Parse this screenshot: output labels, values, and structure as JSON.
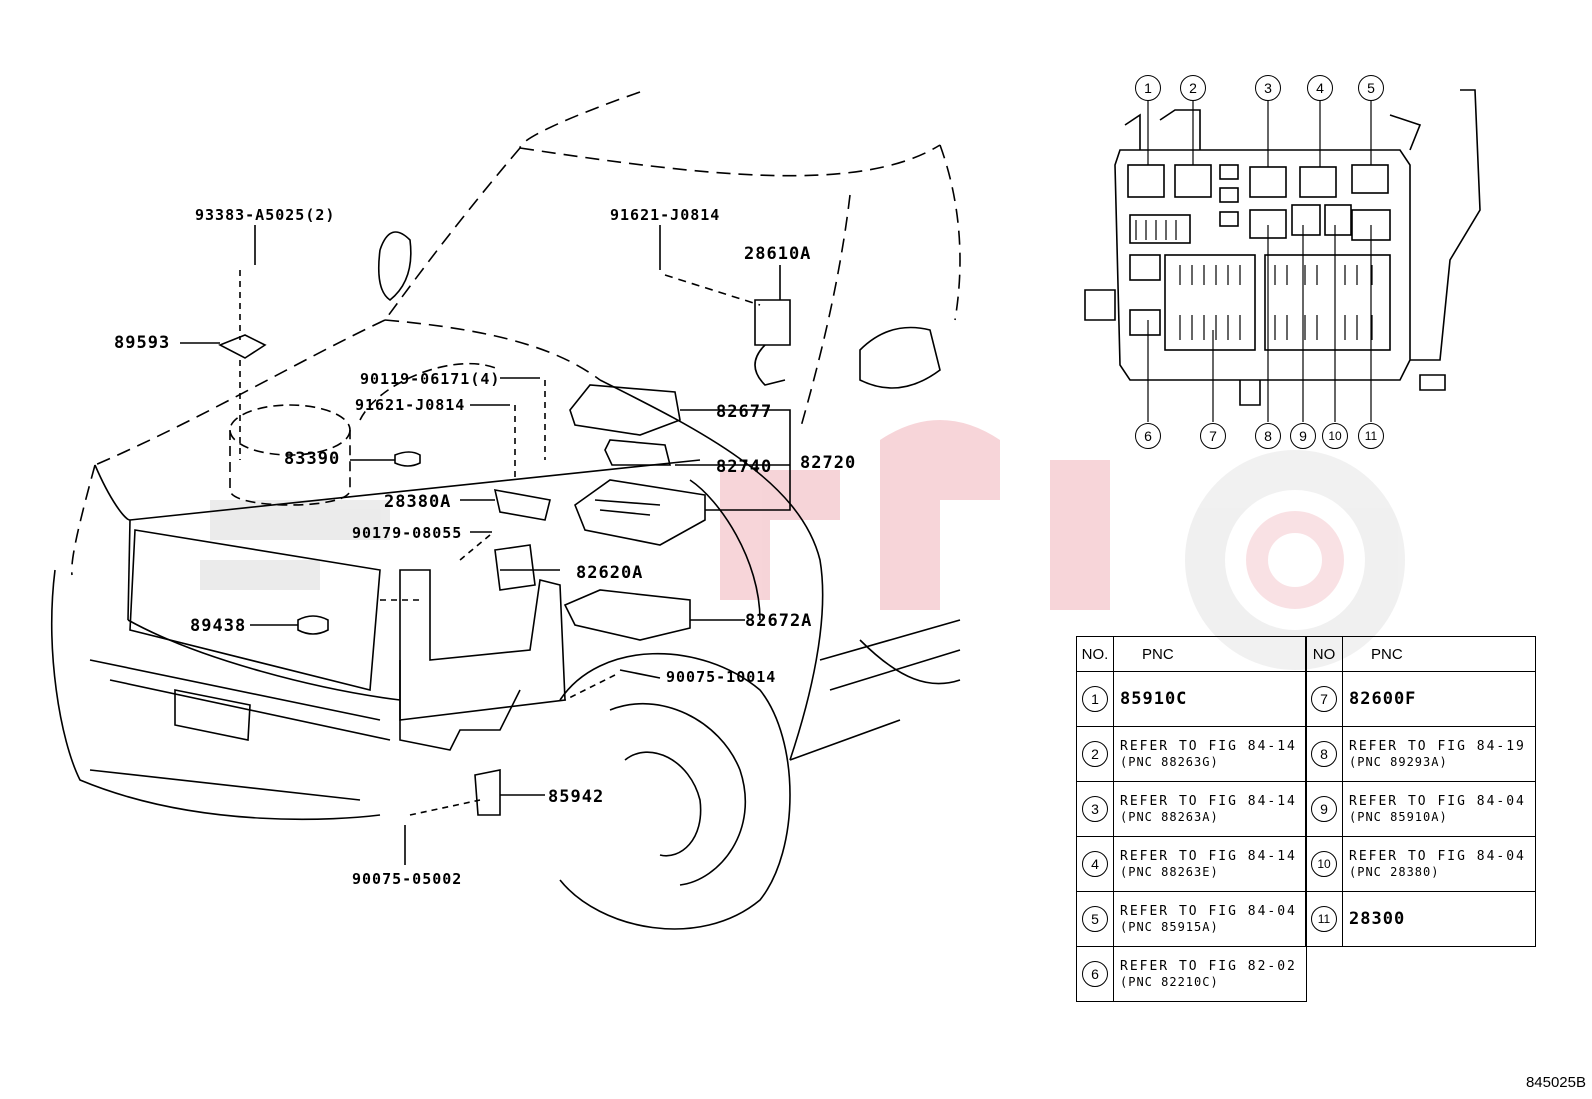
{
  "labels": [
    {
      "id": "93383-A5025",
      "text": "93383-A5025(2)"
    },
    {
      "id": "89593",
      "text": "89593"
    },
    {
      "id": "90119-06171",
      "text": "90119-06171(4)"
    },
    {
      "id": "91621-J0814-a",
      "text": "91621-J0814"
    },
    {
      "id": "83390",
      "text": "83390"
    },
    {
      "id": "28380A",
      "text": "28380A"
    },
    {
      "id": "90179-08055",
      "text": "90179-08055"
    },
    {
      "id": "89438",
      "text": "89438"
    },
    {
      "id": "91621-J0814-b",
      "text": "91621-J0814"
    },
    {
      "id": "28610A",
      "text": "28610A"
    },
    {
      "id": "82677",
      "text": "82677"
    },
    {
      "id": "82740",
      "text": "82740"
    },
    {
      "id": "82720",
      "text": "82720"
    },
    {
      "id": "82620A",
      "text": "82620A"
    },
    {
      "id": "82672A",
      "text": "82672A"
    },
    {
      "id": "90075-10014",
      "text": "90075-10014"
    },
    {
      "id": "85942",
      "text": "85942"
    },
    {
      "id": "90075-05002",
      "text": "90075-05002"
    }
  ],
  "callouts": [
    "1",
    "2",
    "3",
    "4",
    "5",
    "6",
    "7",
    "8",
    "9",
    "10",
    "11"
  ],
  "table": {
    "col_no": "NO.",
    "col_no_right": "NO",
    "col_pnc": "PNC",
    "left": [
      {
        "no": "1",
        "main": "85910C"
      },
      {
        "no": "2",
        "ref": "REFER TO FIG 84-14",
        "sub": "(PNC 88263G)"
      },
      {
        "no": "3",
        "ref": "REFER TO FIG 84-14",
        "sub": "(PNC 88263A)"
      },
      {
        "no": "4",
        "ref": "REFER TO FIG 84-14",
        "sub": "(PNC 88263E)"
      },
      {
        "no": "5",
        "ref": "REFER TO FIG 84-04",
        "sub": "(PNC 85915A)"
      },
      {
        "no": "6",
        "ref": "REFER TO FIG 82-02",
        "sub": "(PNC 82210C)"
      }
    ],
    "right": [
      {
        "no": "7",
        "main": "82600F"
      },
      {
        "no": "8",
        "ref": "REFER TO FIG 84-19",
        "sub": "(PNC 89293A)"
      },
      {
        "no": "9",
        "ref": "REFER TO FIG 84-04",
        "sub": "(PNC 85910A)"
      },
      {
        "no": "10",
        "ref": "REFER TO FIG 84-04",
        "sub": "(PNC 28380)"
      },
      {
        "no": "11",
        "main": "28300"
      }
    ]
  },
  "figure_code": "845025B"
}
